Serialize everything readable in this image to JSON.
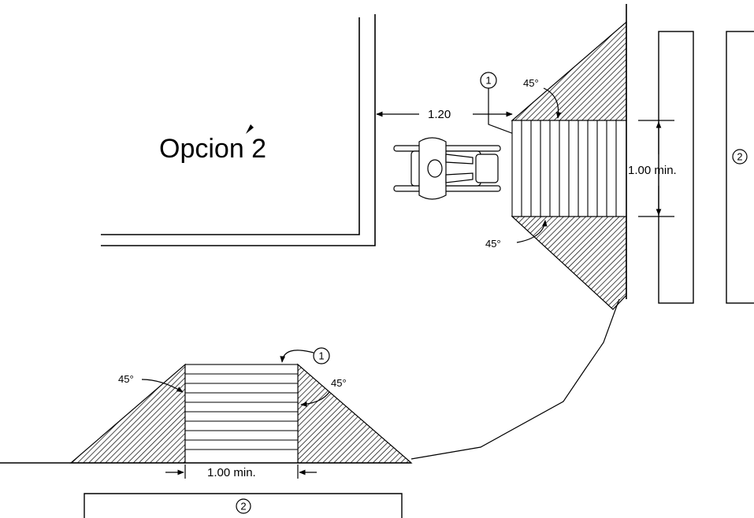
{
  "drawing": {
    "title": "Opcion 2",
    "dimensions": {
      "clearance": "1.20",
      "ramp_width_side": "1.00 min.",
      "ramp_width_bottom": "1.00 min."
    },
    "angles": {
      "side_top": "45°",
      "side_bottom": "45°",
      "bottom_left": "45°",
      "bottom_right": "45°"
    },
    "callouts": {
      "ramp_side": "1",
      "ramp_bottom": "1",
      "zone_right": "2",
      "zone_bottom": "2"
    }
  }
}
